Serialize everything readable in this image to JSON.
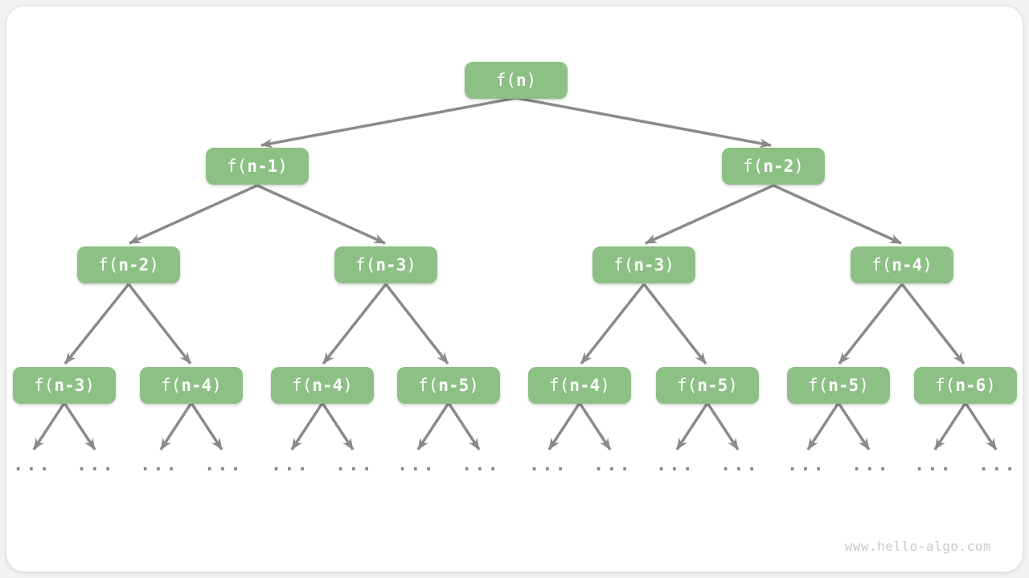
{
  "tree": {
    "levels": [
      {
        "nodes": [
          {
            "pre": "f(",
            "var": "n",
            "post": ")"
          }
        ]
      },
      {
        "nodes": [
          {
            "pre": "f(",
            "var": "n-1",
            "post": ")"
          },
          {
            "pre": "f(",
            "var": "n-2",
            "post": ")"
          }
        ]
      },
      {
        "nodes": [
          {
            "pre": "f(",
            "var": "n-2",
            "post": ")"
          },
          {
            "pre": "f(",
            "var": "n-3",
            "post": ")"
          },
          {
            "pre": "f(",
            "var": "n-3",
            "post": ")"
          },
          {
            "pre": "f(",
            "var": "n-4",
            "post": ")"
          }
        ]
      },
      {
        "nodes": [
          {
            "pre": "f(",
            "var": "n-3",
            "post": ")"
          },
          {
            "pre": "f(",
            "var": "n-4",
            "post": ")"
          },
          {
            "pre": "f(",
            "var": "n-4",
            "post": ")"
          },
          {
            "pre": "f(",
            "var": "n-5",
            "post": ")"
          },
          {
            "pre": "f(",
            "var": "n-4",
            "post": ")"
          },
          {
            "pre": "f(",
            "var": "n-5",
            "post": ")"
          },
          {
            "pre": "f(",
            "var": "n-5",
            "post": ")"
          },
          {
            "pre": "f(",
            "var": "n-6",
            "post": ")"
          }
        ]
      }
    ]
  },
  "ellipsis_label": "...",
  "watermark": "www.hello-algo.com",
  "colors": {
    "node_fill": "#8CC084",
    "node_text": "#FFFFFF",
    "arrow": "#8A8A8A",
    "watermark_text": "#C9C9C9",
    "card_background": "#FFFFFF",
    "page_background": "#F2F2F1"
  }
}
